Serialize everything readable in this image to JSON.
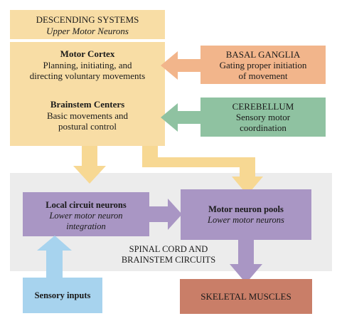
{
  "colors": {
    "descending": "#f8dda5",
    "basal_box": "#f2b58b",
    "cerebellum_box": "#8fc2a1",
    "spinal_region": "#ececec",
    "purple": "#a996c4",
    "sensory": "#a7d3ee",
    "muscles": "#c97e68",
    "arrow_yellow": "#f7d893"
  },
  "descending": {
    "title": "DESCENDING SYSTEMS",
    "subtitle": "Upper Motor Neurons"
  },
  "motor_cortex": {
    "title": "Motor Cortex",
    "line1": "Planning, initiating, and",
    "line2": "directing voluntary movements"
  },
  "brainstem": {
    "title": "Brainstem Centers",
    "line1": "Basic movements and",
    "line2": "postural control"
  },
  "basal_ganglia": {
    "title": "BASAL GANGLIA",
    "line1": "Gating proper initiation",
    "line2": "of movement"
  },
  "cerebellum": {
    "title": "CEREBELLUM",
    "line1": "Sensory motor",
    "line2": "coordination"
  },
  "local_circuit": {
    "title": "Local circuit neurons",
    "line1": "Lower motor neuron",
    "line2": "integration"
  },
  "motor_pools": {
    "title": "Motor neuron pools",
    "line1": "Lower motor neurons"
  },
  "spinal": {
    "line1": "SPINAL CORD AND",
    "line2": "BRAINSTEM CIRCUITS"
  },
  "sensory": {
    "label": "Sensory inputs"
  },
  "muscles": {
    "label": "SKELETAL MUSCLES"
  }
}
